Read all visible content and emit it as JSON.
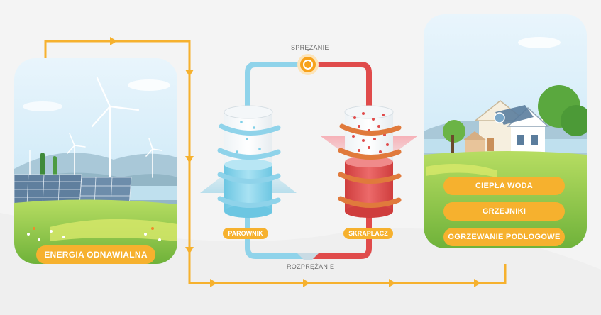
{
  "labels": {
    "energy": "ENERGIA ODNAWIALNA",
    "compression": "SPRĘŻANIE",
    "expansion": "ROZPRĘŻANIE",
    "evaporator": "PAROWNIK",
    "condenser": "SKRAPLACZ"
  },
  "outputs": [
    {
      "label": "CIEPŁA WODA"
    },
    {
      "label": "GRZEJNIKI"
    },
    {
      "label": "OGRZEWANIE PODŁOGOWE"
    }
  ],
  "colors": {
    "accent": "#f6b12e",
    "cold": "#7fd0e8",
    "hot": "#e04b4b",
    "coil": "#e07a3c",
    "grass": "#8cc63f",
    "sky": "#cfe9f7"
  }
}
